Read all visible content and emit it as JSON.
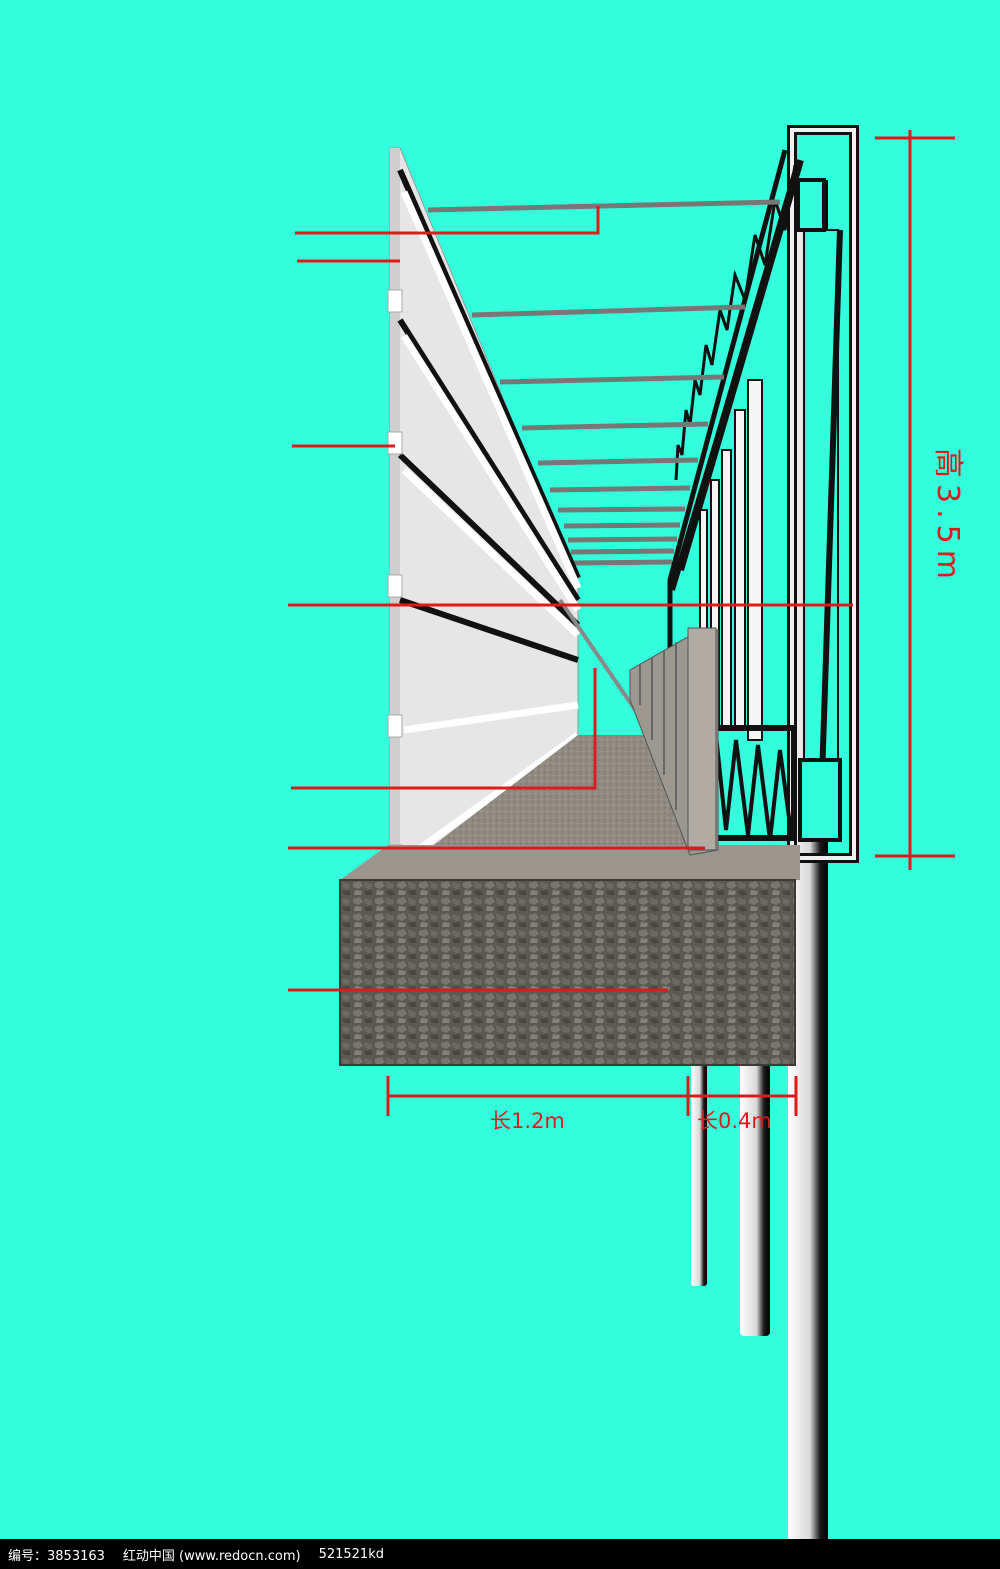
{
  "colors": {
    "background": "#33ffdd",
    "dimension_red": "#e01a1a",
    "panel": "#e6e6e6",
    "steel": "#f2f2f2",
    "concrete_top": "#8f8a82",
    "gravel": "#5c5954"
  },
  "dimensions": {
    "height_label": "高3.5m",
    "length_1_label": "长1.2m",
    "length_2_label": "长0.4m"
  },
  "footer": {
    "id_text": "编号：3853163",
    "site_text": "红动中国 (www.redocn.com)",
    "user_text": "521521kd"
  }
}
